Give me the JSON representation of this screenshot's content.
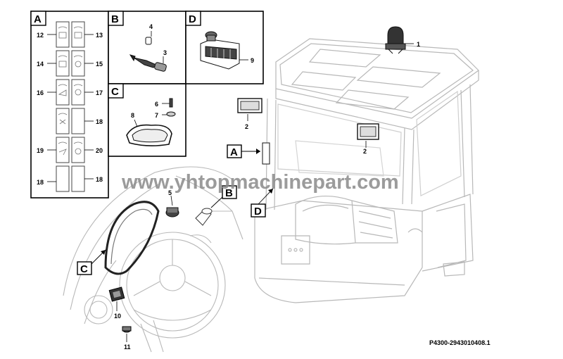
{
  "panels": {
    "A": {
      "letter": "A",
      "items": [
        "12",
        "13",
        "14",
        "15",
        "16",
        "17",
        "18",
        "19",
        "20",
        "18",
        "18"
      ]
    },
    "B": {
      "letter": "B",
      "items": [
        "4",
        "3"
      ]
    },
    "C": {
      "letter": "C",
      "items": [
        "6",
        "7",
        "8"
      ]
    },
    "D": {
      "letter": "D",
      "items": [
        "9"
      ]
    }
  },
  "callouts": {
    "beacon": "1",
    "lamp_left": "2",
    "lamp_right": "2",
    "socket": "5",
    "switch": "10",
    "knob": "11"
  },
  "view_markers": {
    "A": "A",
    "B": "B",
    "C": "C",
    "D": "D"
  },
  "watermark": "www.yhtopmachinepart.com",
  "reference": "P4300-2943010408.1"
}
